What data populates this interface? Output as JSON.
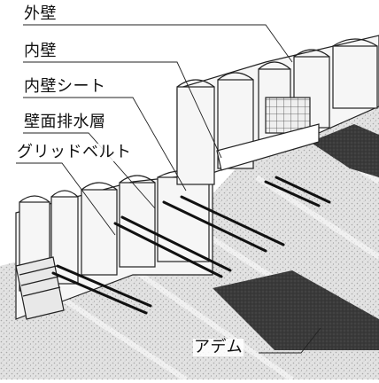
{
  "labels": {
    "outer_wall": "外壁",
    "inner_wall": "内壁",
    "inner_wall_sheet": "内壁シート",
    "wall_drainage_layer": "壁面排水層",
    "grid_belt": "グリッドベルト",
    "adem": "アデム"
  },
  "colors": {
    "line": "#222222",
    "gravel": "#d9d9d9",
    "dark_mat": "#3a3a3a",
    "wall_face": "#f4f4f4"
  }
}
